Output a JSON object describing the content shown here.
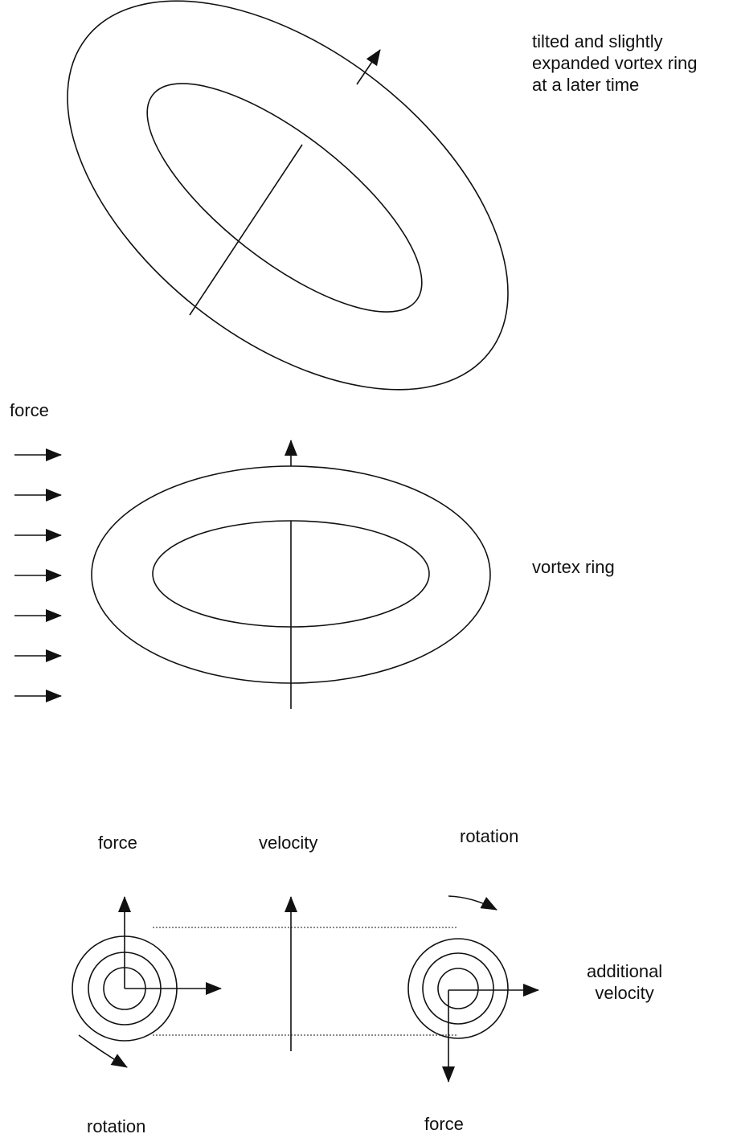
{
  "labels": {
    "tilted_ring": [
      "tilted and slightly",
      "expanded vortex ring",
      "at a later time"
    ],
    "force_top": "force",
    "vortex_ring": "vortex ring",
    "force_bottom_left": "force",
    "velocity": "velocity",
    "rotation_top_right": "rotation",
    "additional_velocity": [
      "additional",
      "velocity"
    ],
    "rotation_bottom_left": "rotation",
    "force_bottom_right": "force"
  },
  "colors": {
    "ink": "#111111",
    "background": "#ffffff"
  }
}
